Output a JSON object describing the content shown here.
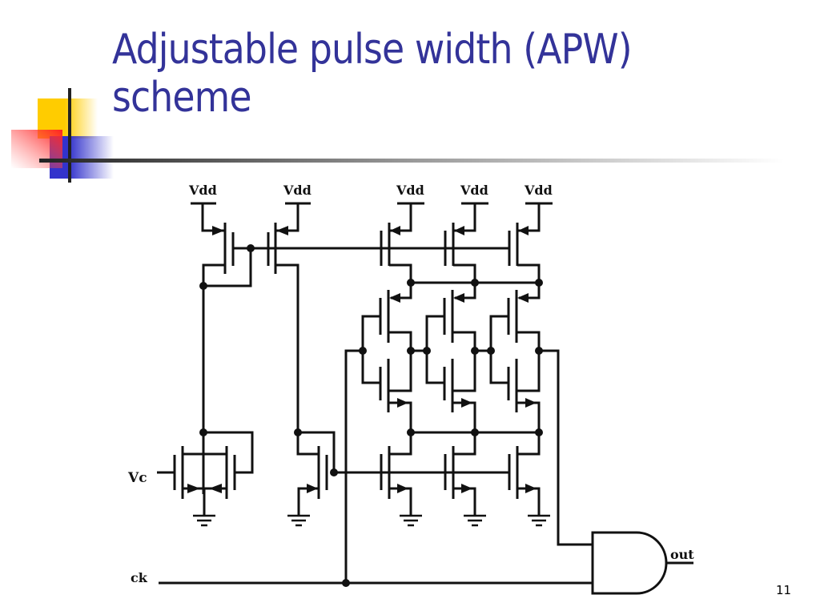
{
  "slide": {
    "title_line1": "Adjustable pulse width (APW)",
    "title_line2": "scheme",
    "slide_number": "11",
    "title_color": "#333399"
  },
  "schematic": {
    "supply_labels": [
      "Vdd",
      "Vdd",
      "Vdd",
      "Vdd",
      "Vdd"
    ],
    "control_input_label": "Vc",
    "clock_input_label": "ck",
    "output_label": "out",
    "gate_type": "AND"
  }
}
